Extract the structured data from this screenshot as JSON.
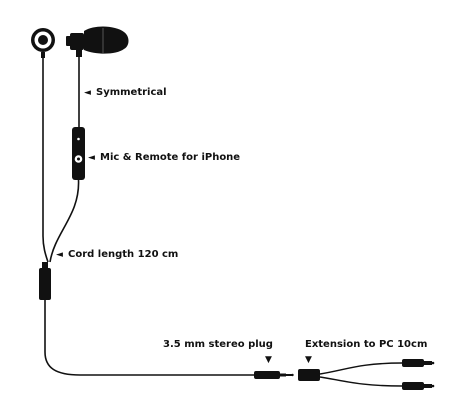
{
  "labels": {
    "symmetrical": "Symmetrical",
    "mic_remote": "Mic & Remote for iPhone",
    "cord_length": "Cord length 120 cm",
    "stereo_plug": "3.5 mm stereo plug",
    "extension": "Extension to PC 10cm"
  },
  "glyphs": {
    "pointer_left": "◄",
    "pointer_down": "▼"
  },
  "colors": {
    "cable": "#111111",
    "text": "#111111",
    "background": "#ffffff"
  }
}
